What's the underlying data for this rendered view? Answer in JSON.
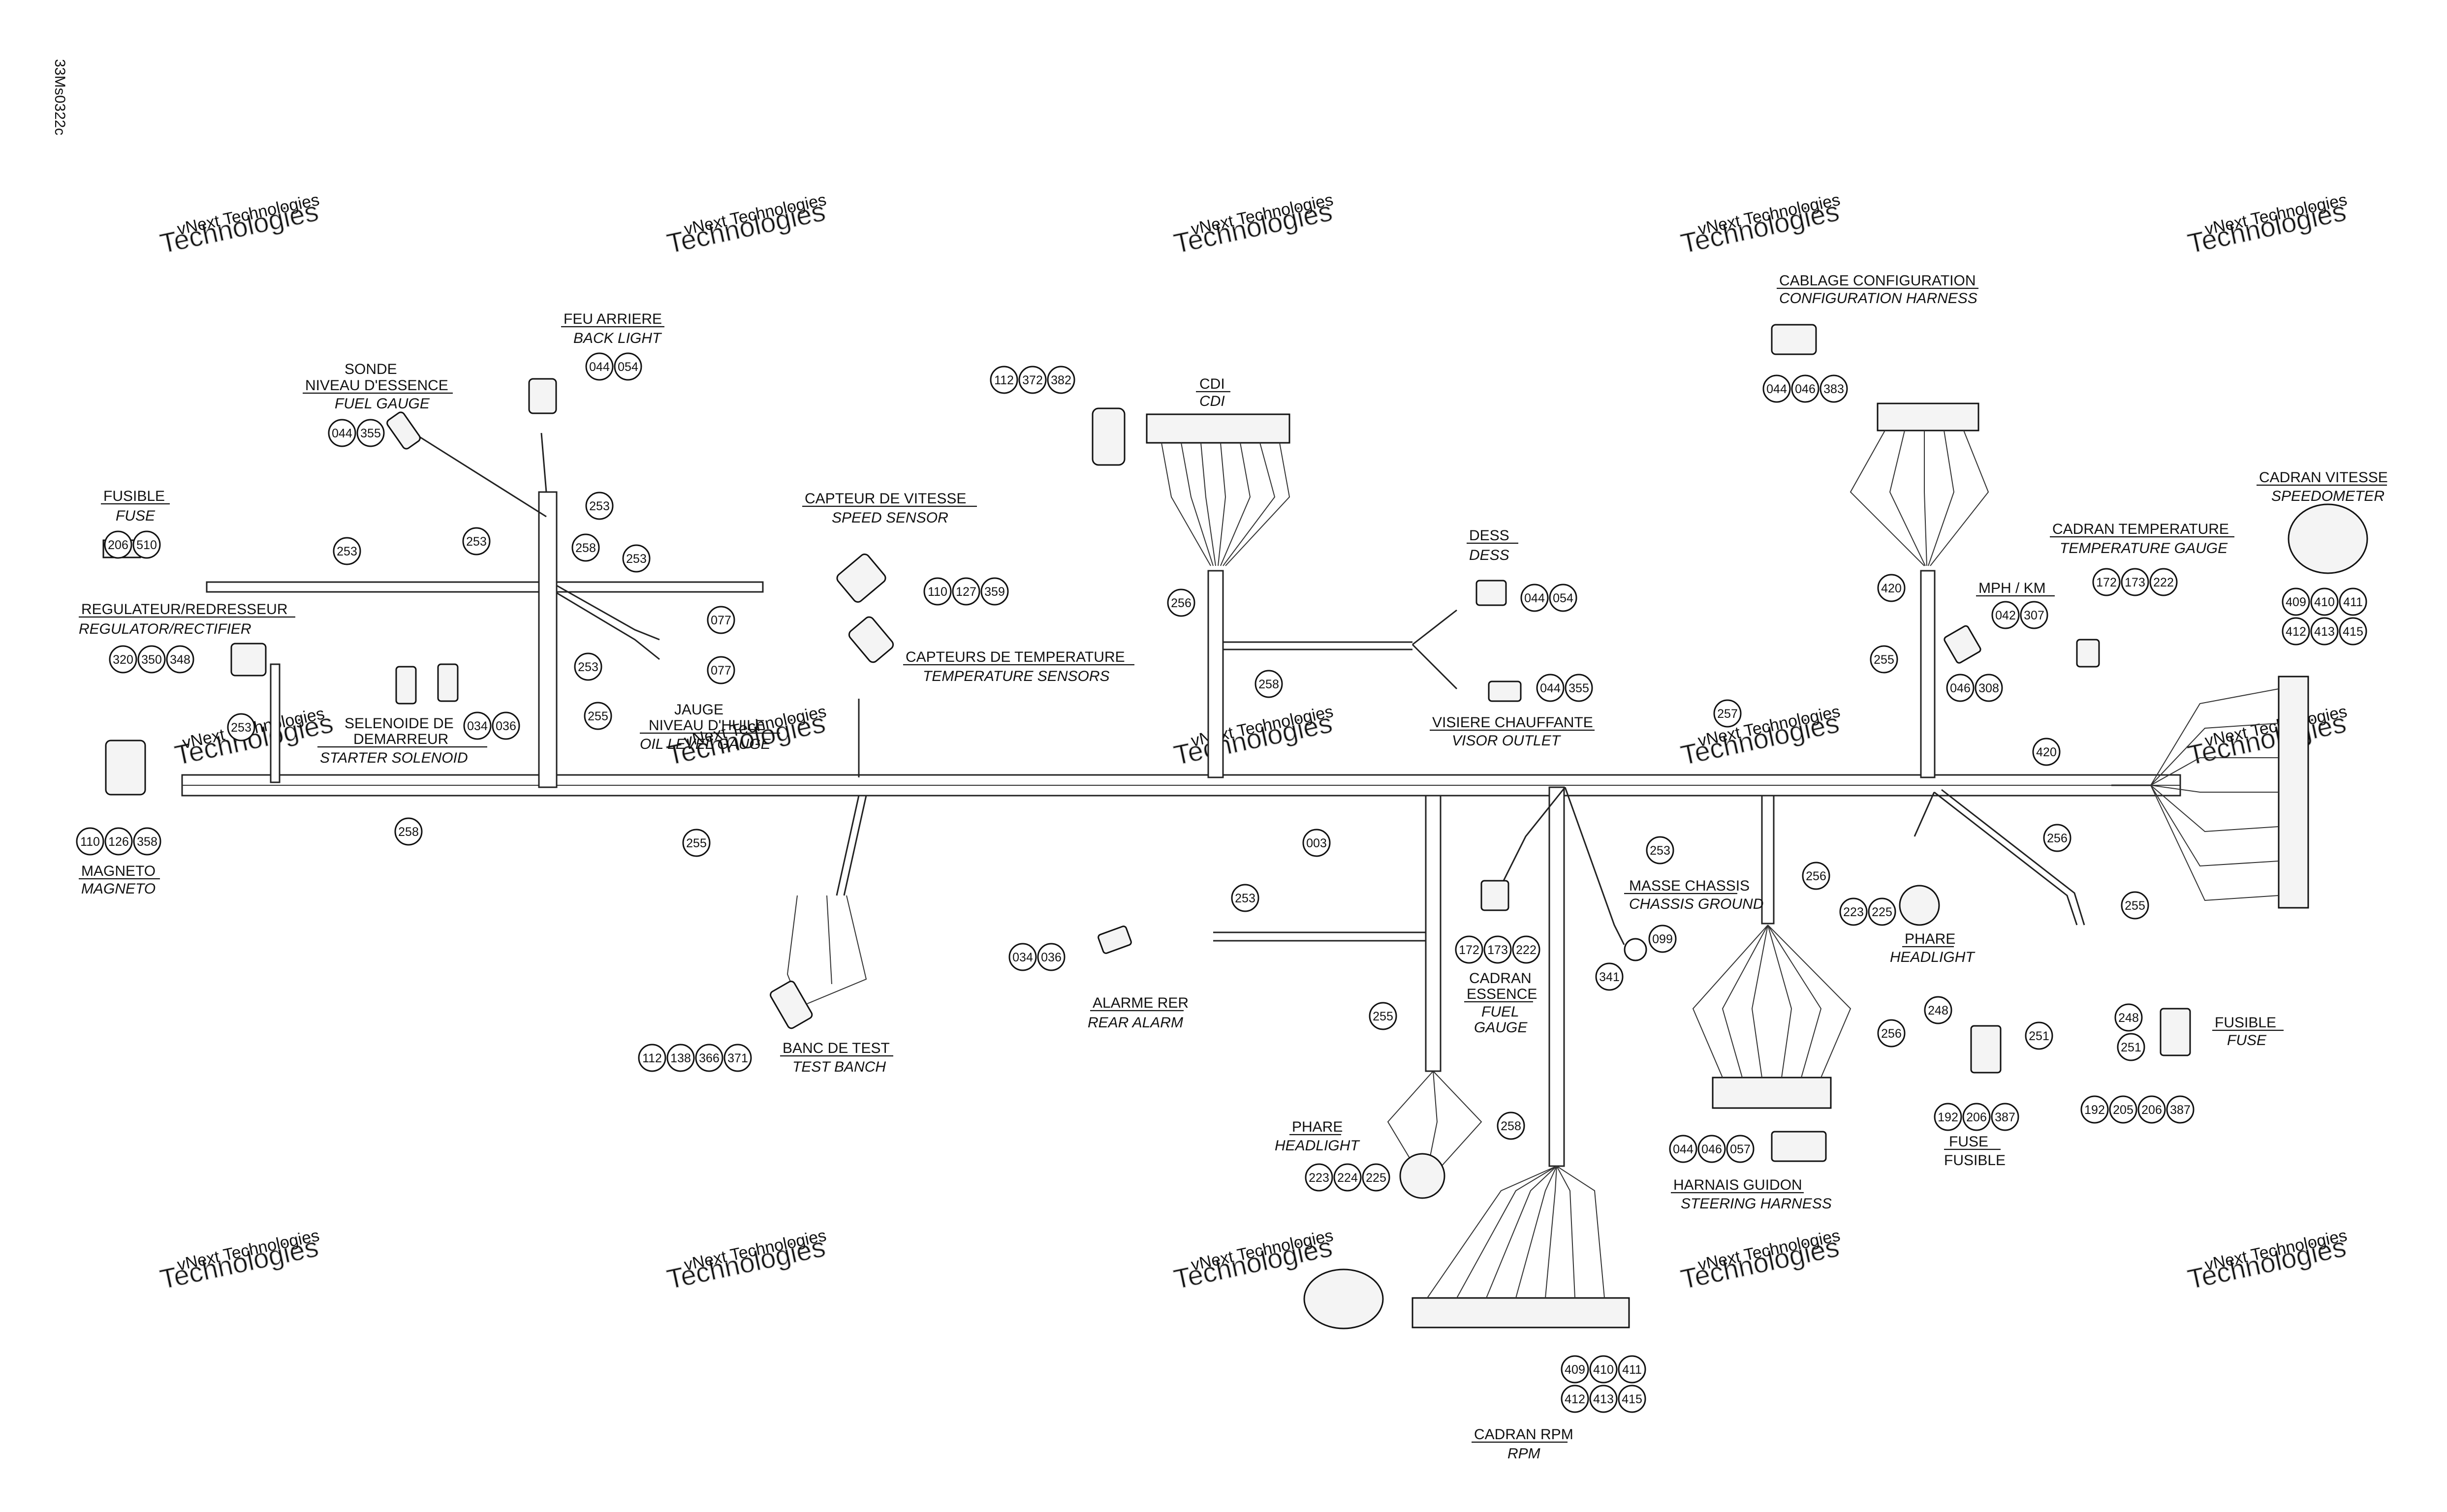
{
  "doc_code": "33Ms0322c",
  "watermark": {
    "line1": "vNext Technologies",
    "line2": "Technologies"
  },
  "components": {
    "fusible_left": {
      "fr": "FUSIBLE",
      "en": "FUSE",
      "refs": [
        "206",
        "510"
      ]
    },
    "regulateur": {
      "fr": "REGULATEUR/REDRESSEUR",
      "en": "REGULATOR/RECTIFIER",
      "refs": [
        "320",
        "350",
        "348"
      ]
    },
    "magneto": {
      "fr": "MAGNETO",
      "en": "MAGNETO",
      "refs": [
        "110",
        "126",
        "358"
      ]
    },
    "sonde": {
      "fr1": "SONDE",
      "fr2": "NIVEAU D'ESSENCE",
      "en": "FUEL GAUGE",
      "refs": [
        "044",
        "355"
      ]
    },
    "feu_arriere": {
      "fr": "FEU ARRIERE",
      "en": "BACK LIGHT",
      "refs": [
        "044",
        "054"
      ]
    },
    "selenoide": {
      "fr1": "SELENOIDE DE",
      "fr2": "DEMARREUR",
      "en": "STARTER SOLENOID",
      "refs": [
        "034",
        "036"
      ]
    },
    "jauge_huile": {
      "fr1": "JAUGE",
      "fr2": "NIVEAU D'HUILE",
      "en": "OIL LEVEL GAUGE",
      "refs": [
        "077",
        "077"
      ]
    },
    "capteur_vitesse": {
      "fr": "CAPTEUR DE VITESSE",
      "en": "SPEED SENSOR",
      "refs": [
        "110",
        "127",
        "359"
      ]
    },
    "capteurs_temp": {
      "fr": "CAPTEURS DE TEMPERATURE",
      "en": "TEMPERATURE SENSORS"
    },
    "banc_test": {
      "fr": "BANC DE TEST",
      "en": "TEST BANCH",
      "refs": [
        "112",
        "138",
        "366",
        "371"
      ]
    },
    "cdi": {
      "fr": "CDI",
      "en": "CDI",
      "refs": [
        "112",
        "372",
        "382"
      ]
    },
    "dess": {
      "fr": "DESS",
      "en": "DESS",
      "refs": [
        "044",
        "054"
      ]
    },
    "visiere": {
      "fr": "VISIERE CHAUFFANTE",
      "en": "VISOR OUTLET",
      "refs": [
        "044",
        "355"
      ]
    },
    "alarme": {
      "fr": "ALARME RER",
      "en": "REAR ALARM",
      "refs": [
        "034",
        "036"
      ]
    },
    "cadran_essence": {
      "fr1": "CADRAN",
      "fr2": "ESSENCE",
      "en1": "FUEL",
      "en2": "GAUGE",
      "refs": [
        "172",
        "173",
        "222"
      ]
    },
    "masse_chassis": {
      "fr": "MASSE CHASSIS",
      "en": "CHASSIS GROUND",
      "refs": [
        "341",
        "099"
      ]
    },
    "phare_center": {
      "fr": "PHARE",
      "en": "HEADLIGHT",
      "refs": [
        "223",
        "224",
        "225"
      ]
    },
    "cadran_rpm": {
      "fr": "CADRAN RPM",
      "en": "RPM",
      "refs": [
        "409",
        "410",
        "411",
        "412",
        "413",
        "415"
      ]
    },
    "harnais_guidon": {
      "fr": "HARNAIS GUIDON",
      "en": "STEERING HARNESS",
      "refs": [
        "044",
        "046",
        "057"
      ]
    },
    "cablage_config": {
      "fr": "CABLAGE CONFIGURATION",
      "en": "CONFIGURATION HARNESS",
      "refs": [
        "044",
        "046",
        "383"
      ]
    },
    "mph_km": {
      "fr": "MPH / KM",
      "refs": [
        "042",
        "307"
      ]
    },
    "cadran_temp": {
      "fr": "CADRAN TEMPERATURE",
      "en": "TEMPERATURE GAUGE",
      "refs": [
        "172",
        "173",
        "222"
      ]
    },
    "cadran_vitesse": {
      "fr": "CADRAN VITESSE",
      "en": "SPEEDOMETER",
      "refs": [
        "409",
        "410",
        "411",
        "412",
        "413",
        "415"
      ]
    },
    "phare_right": {
      "fr": "PHARE",
      "en": "HEADLIGHT",
      "refs": [
        "223",
        "225"
      ]
    },
    "fuse_right": {
      "fr": "FUSE",
      "en": "FUSIBLE",
      "refs": [
        "192",
        "206",
        "387"
      ]
    },
    "fusible_right": {
      "fr": "FUSIBLE",
      "en": "FUSE",
      "refs": [
        "192",
        "205",
        "206",
        "387"
      ]
    }
  },
  "wire_refs": {
    "r253a": "253",
    "r253b": "253",
    "r253c": "253",
    "r253d": "253",
    "r253e": "253",
    "r253f": "253",
    "r253g": "253",
    "r253h": "253",
    "r258a": "258",
    "r258b": "258",
    "r258c": "258",
    "r258d": "258",
    "r255a": "255",
    "r255b": "255",
    "r255c": "255",
    "r255d": "255",
    "r255e": "255",
    "r256a": "256",
    "r256b": "256",
    "r256c": "256",
    "r256d": "256",
    "r257": "257",
    "r003": "003",
    "r420a": "420",
    "r420b": "420",
    "r046": "046",
    "r308": "308",
    "r248a": "248",
    "r248b": "248",
    "r251a": "251",
    "r251b": "251"
  }
}
